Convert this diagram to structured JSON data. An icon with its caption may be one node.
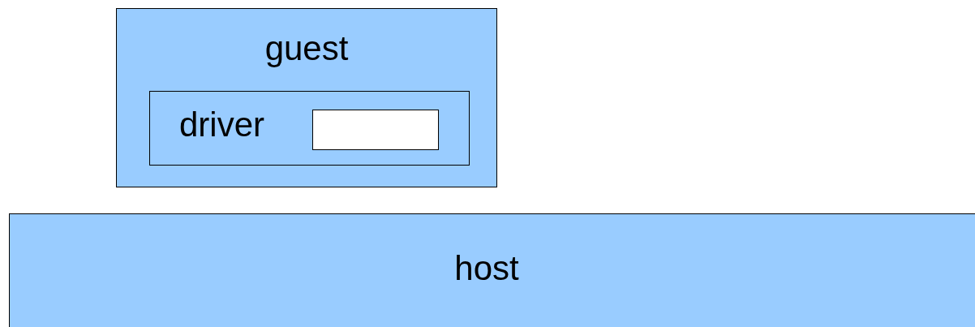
{
  "diagram": {
    "nodes": [
      {
        "text": [
          "guest"
        ]
      },
      {
        "text": [
          "driver"
        ],
        "in": 0
      },
      {
        "text": [],
        "shape": "box",
        "in": 1
      },
      {
        "text": [
          "host"
        ]
      }
    ]
  }
}
